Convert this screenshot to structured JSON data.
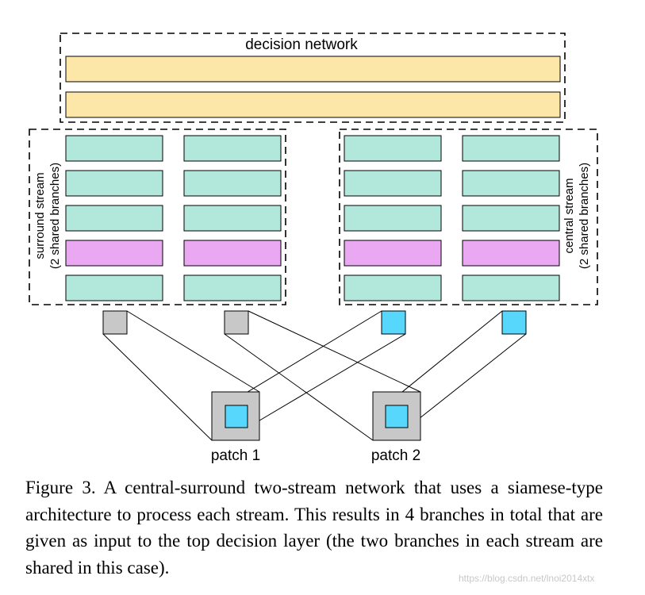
{
  "figure": {
    "decision_label": "decision network",
    "surround_label_line1": "surround stream",
    "surround_label_line2": "(2 shared branches)",
    "central_label_line1": "central stream",
    "central_label_line2": "(2 shared branches)",
    "patch1_label": "patch 1",
    "patch2_label": "patch 2",
    "colors": {
      "fc_layer": "#fde7a8",
      "conv_layer": "#b2e8dc",
      "pool_layer": "#eaa8f3",
      "surround_input": "#c8c8c8",
      "central_input": "#56d7fb"
    }
  },
  "caption": "Figure 3. A central-surround two-stream network that uses a siamese-type architecture to process each stream. This results in 4 branches in total that are given as input to the top decision layer (the two branches in each stream are shared in this case).",
  "watermark": "https://blog.csdn.net/lnoi2014xtx"
}
